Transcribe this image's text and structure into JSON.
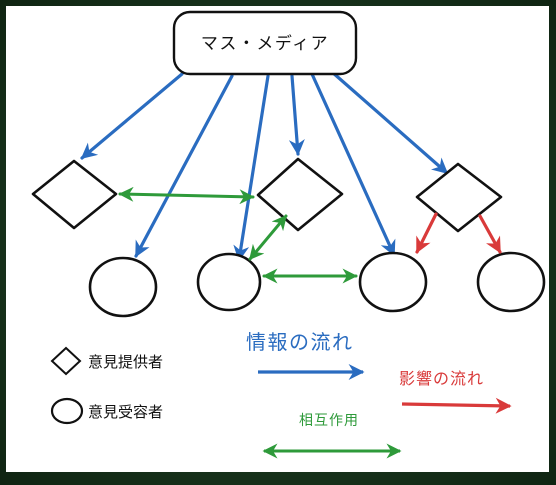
{
  "source": {
    "label": "マス・メディア"
  },
  "legend": {
    "opinion_leader": "意見提供者",
    "opinion_follower": "意見受容者",
    "info_flow": "情報の流れ",
    "influence_flow": "影響の流れ",
    "interaction": "相互作用"
  },
  "colors": {
    "info_flow": "#2a6cc0",
    "influence_flow": "#d93a3a",
    "interaction": "#2e9a3a",
    "ink": "#111111",
    "background": "#1d3a1c"
  }
}
